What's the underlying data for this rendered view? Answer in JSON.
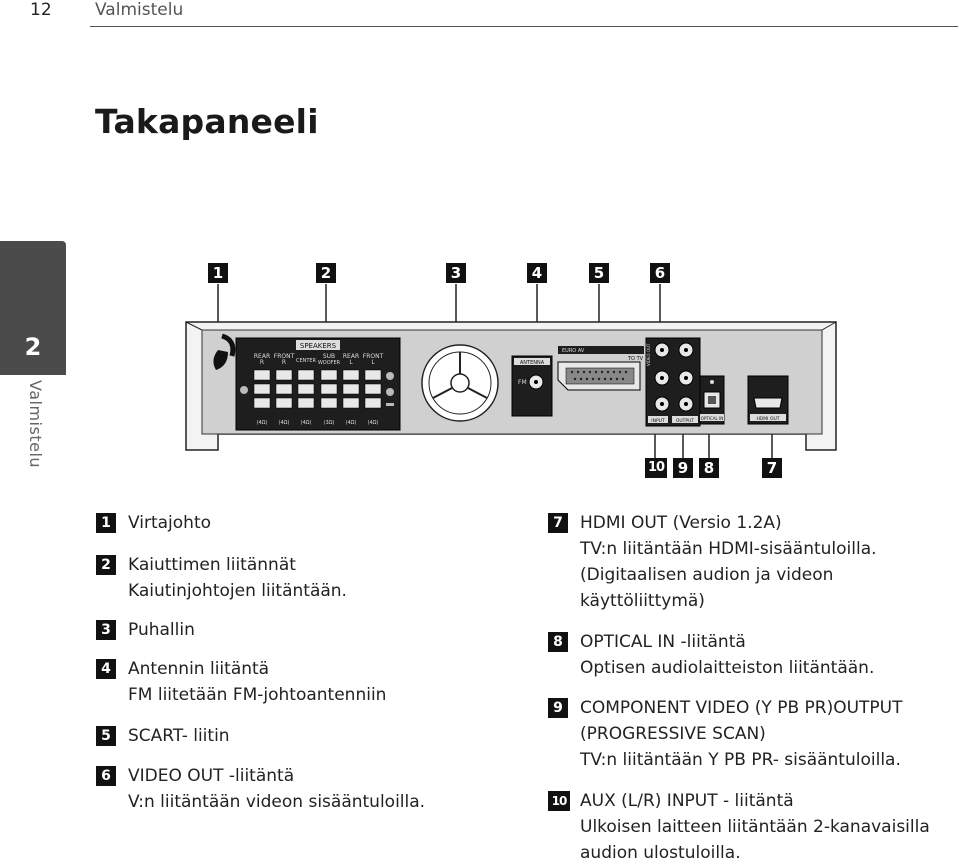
{
  "header": {
    "page_number": "12",
    "section": "Valmistelu"
  },
  "title": "Takapaneeli",
  "side_tab": {
    "number": "2",
    "label": "Valmistelu"
  },
  "diagram": {
    "top_callouts": [
      "1",
      "2",
      "3",
      "4",
      "5",
      "6"
    ],
    "bottom_callouts": [
      "10",
      "9",
      "8",
      "7"
    ],
    "panel_labels": {
      "speakers": "SPEAKERS",
      "rear_r": "REAR",
      "rear_r2": "R",
      "front_r": "FRONT",
      "front_r2": "R",
      "center": "CENTER",
      "sub": "SUB",
      "sub2": "WOOFER",
      "rear_l": "REAR",
      "rear_l2": "L",
      "front_l": "FRONT",
      "front_l2": "L",
      "ohm1": "(4Ω)",
      "ohm2": "(4Ω)",
      "ohm3": "(4Ω)",
      "ohm4": "(3Ω)",
      "ohm5": "(4Ω)",
      "ohm6": "(4Ω)",
      "antenna": "ANTENNA",
      "fm": "FM",
      "euro_av": "EURO AV",
      "to_tv": "TO TV",
      "video_out": "VIDEO OUT",
      "input": "INPUT",
      "output": "OUTPUT",
      "optical_in": "OPTICAL IN",
      "hdmi_out": "HDMI OUT"
    }
  },
  "items_left": [
    {
      "num": "1",
      "lines": [
        "Virtajohto"
      ]
    },
    {
      "num": "2",
      "lines": [
        "Kaiuttimen liitännät",
        "Kaiutinjohtojen liitäntään."
      ]
    },
    {
      "num": "3",
      "lines": [
        "Puhallin"
      ]
    },
    {
      "num": "4",
      "lines": [
        "Antennin liitäntä",
        "FM liitetään FM-johtoantenniin"
      ]
    },
    {
      "num": "5",
      "lines": [
        "SCART- liitin"
      ]
    },
    {
      "num": "6",
      "lines": [
        "VIDEO OUT -liitäntä",
        "V:n liitäntään videon sisääntuloilla."
      ]
    }
  ],
  "items_right": [
    {
      "num": "7",
      "lines": [
        "HDMI OUT (Versio 1.2A)",
        "TV:n liitäntään HDMI-sisääntuloilla.",
        "(Digitaalisen audion ja videon",
        "käyttöliittymä)"
      ]
    },
    {
      "num": "8",
      "lines": [
        "OPTICAL IN -liitäntä",
        "Optisen audiolaitteiston liitäntään."
      ]
    },
    {
      "num": "9",
      "lines": [
        "COMPONENT VIDEO (Y PB PR)OUTPUT",
        "(PROGRESSIVE SCAN)",
        "TV:n liitäntään Y PB PR- sisääntuloilla."
      ]
    },
    {
      "num": "10",
      "lines": [
        "AUX (L/R) INPUT - liitäntä",
        "Ulkoisen laitteen liitäntään 2-kanavaisilla",
        "audion ulostuloilla."
      ]
    }
  ]
}
